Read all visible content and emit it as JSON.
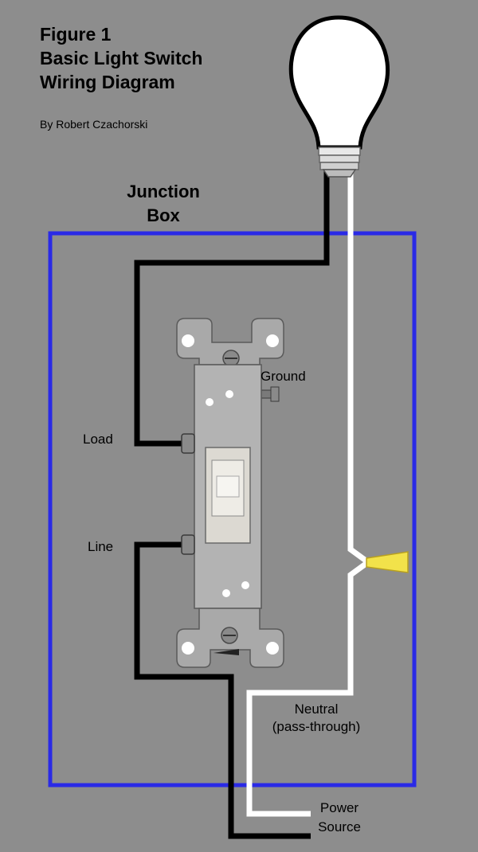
{
  "title": {
    "line1": "Figure 1",
    "line2": "Basic Light Switch",
    "line3": "Wiring Diagram"
  },
  "author": "By Robert Czachorski",
  "junction_box": {
    "line1": "Junction",
    "line2": "Box"
  },
  "labels": {
    "ground": "Ground",
    "load": "Load",
    "line": "Line",
    "neutral_line1": "Neutral",
    "neutral_line2": "(pass-through)",
    "power_line1": "Power",
    "power_line2": "Source"
  },
  "colors": {
    "background": "#8d8d8d",
    "junction_box": "#2a2ae6",
    "hot_wire": "#000000",
    "neutral_wire": "#ffffff",
    "wire_nut": "#f2e24a",
    "bulb": "#ffffff"
  }
}
